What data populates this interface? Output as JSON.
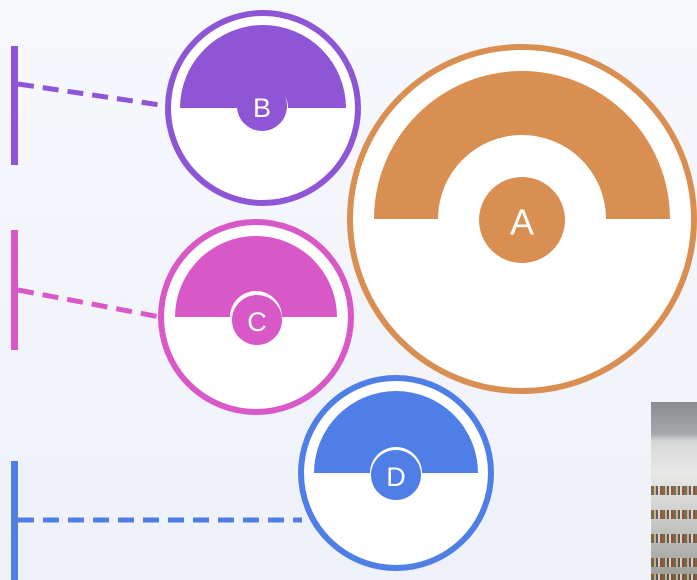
{
  "colors": {
    "A": "#d98f52",
    "B": "#8e56d6",
    "C": "#d958c8",
    "D": "#4f7fe6"
  },
  "nodes": {
    "A": {
      "label": "A"
    },
    "B": {
      "label": "B"
    },
    "C": {
      "label": "C"
    },
    "D": {
      "label": "D"
    }
  },
  "photo": {
    "icon": "bookshelf-photo"
  }
}
